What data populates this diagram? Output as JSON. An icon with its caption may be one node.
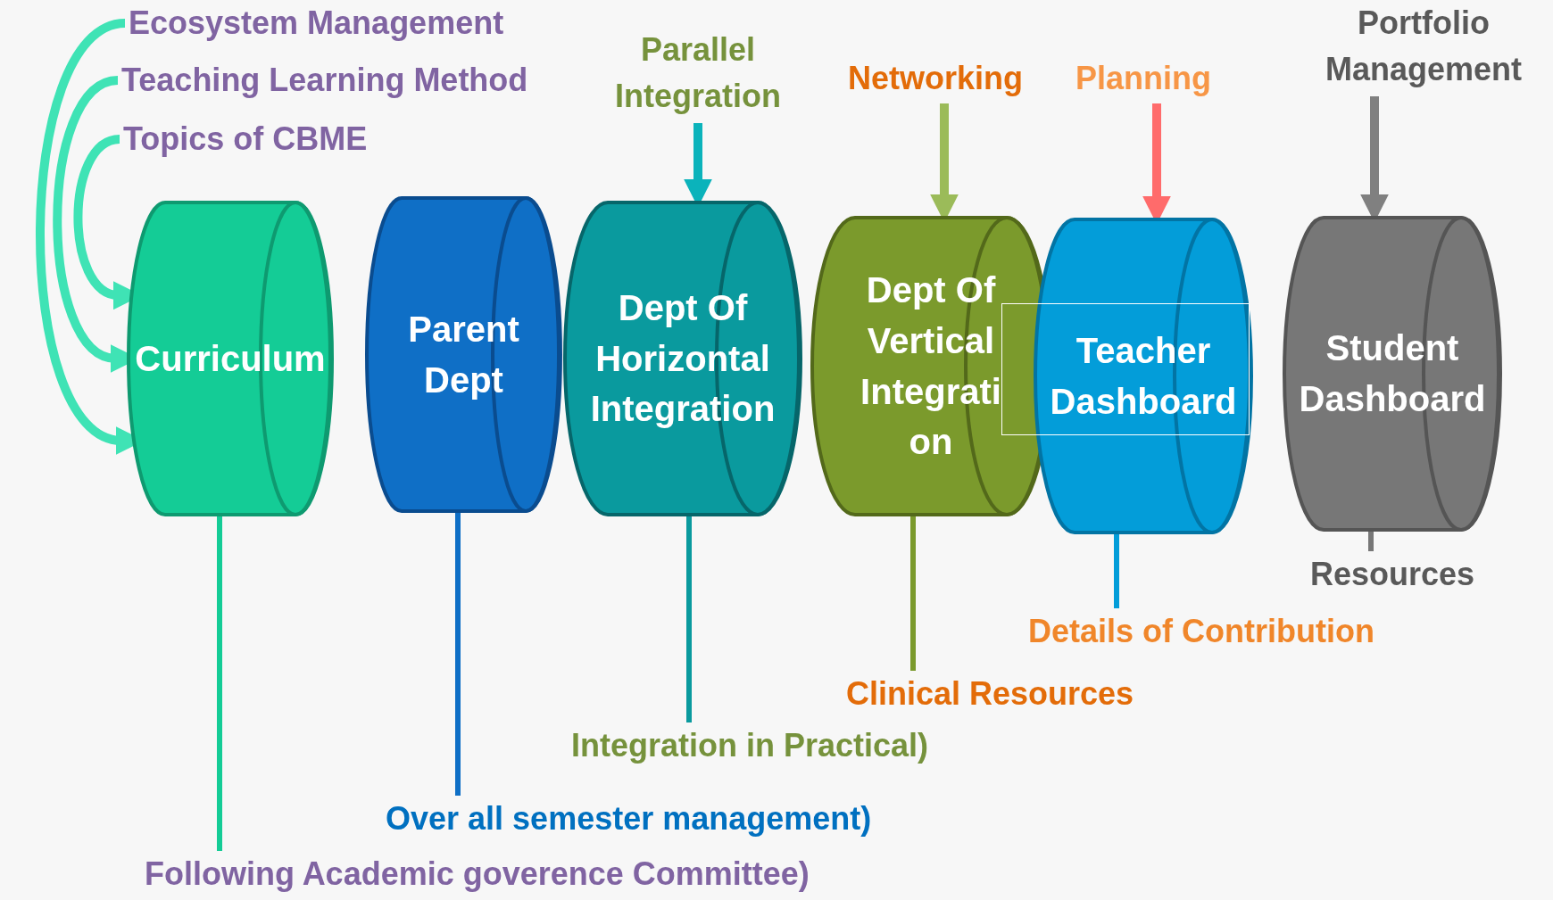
{
  "diagram": {
    "nodes": [
      {
        "text": [
          "Ecosystem Management"
        ]
      },
      {
        "text": [
          "Teaching Learning Method"
        ]
      },
      {
        "text": [
          "Topics of CBME"
        ]
      },
      {
        "text": [
          "Curriculum"
        ]
      },
      {
        "text": [
          "Parent Dept"
        ]
      },
      {
        "text": [
          "Dept Of Horizontal Integration"
        ]
      },
      {
        "text": [
          "Dept Of Vertical Integrati on"
        ]
      },
      {
        "text": [
          "Teacher Dashboard"
        ]
      },
      {
        "text": [
          "Student Dashboard"
        ]
      },
      {
        "text": [
          "Parallel Integration"
        ]
      },
      {
        "text": [
          "Networking"
        ]
      },
      {
        "text": [
          "Planning"
        ]
      },
      {
        "text": [
          "Portfolio Management"
        ]
      },
      {
        "text": [
          "Resources"
        ]
      },
      {
        "text": [
          "Details of Contribution"
        ]
      },
      {
        "text": [
          "Clinical Resources"
        ]
      },
      {
        "text": [
          "Integration in Practical)"
        ]
      },
      {
        "text": [
          "Over all semester management)"
        ]
      },
      {
        "text": [
          "Following Academic goverence Committee)"
        ]
      }
    ],
    "edges": [
      {
        "from": 0,
        "to": 3,
        "arrow": "to",
        "color": "#3fe3b5"
      },
      {
        "from": 1,
        "to": 3,
        "arrow": "to",
        "color": "#3fe3b5"
      },
      {
        "from": 2,
        "to": 3,
        "arrow": "to",
        "color": "#3fe3b5"
      },
      {
        "from": 9,
        "to": 5,
        "arrow": "to",
        "color": "#0bb3bb"
      },
      {
        "from": 10,
        "to": 6,
        "arrow": "to",
        "color": "#9bbb59"
      },
      {
        "from": 11,
        "to": 7,
        "arrow": "to",
        "color": "#ff6b6b"
      },
      {
        "from": 12,
        "to": 8,
        "arrow": "to",
        "color": "#808080"
      },
      {
        "from": 3,
        "to": 18,
        "arrow": "none",
        "color": "#14cc96"
      },
      {
        "from": 4,
        "to": 17,
        "arrow": "none",
        "color": "#0f6fc6"
      },
      {
        "from": 5,
        "to": 16,
        "arrow": "none",
        "color": "#0a9a9e"
      },
      {
        "from": 6,
        "to": 15,
        "arrow": "none",
        "color": "#7b9a2c"
      },
      {
        "from": 7,
        "to": 14,
        "arrow": "none",
        "color": "#039dd9"
      },
      {
        "from": 8,
        "to": 13,
        "arrow": "none",
        "color": "#777777"
      }
    ]
  }
}
